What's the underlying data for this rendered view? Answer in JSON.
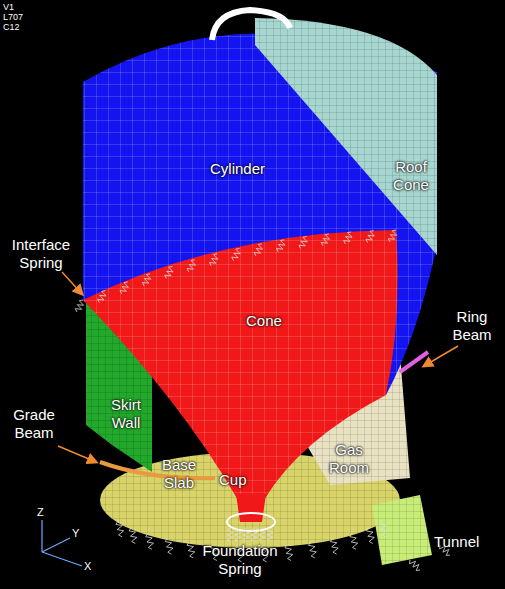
{
  "diagram": {
    "labels": [
      "V1",
      "L707",
      "C12",
      "Roof Cone",
      "Cylinder",
      "Interface Spring",
      "Cone",
      "Ring Beam",
      "Skirt Wall",
      "Grade Beam",
      "Base Slab",
      "Cup",
      "Gas Room",
      "Tunnel",
      "Foundation Spring",
      "Z",
      "Y",
      "X"
    ]
  }
}
